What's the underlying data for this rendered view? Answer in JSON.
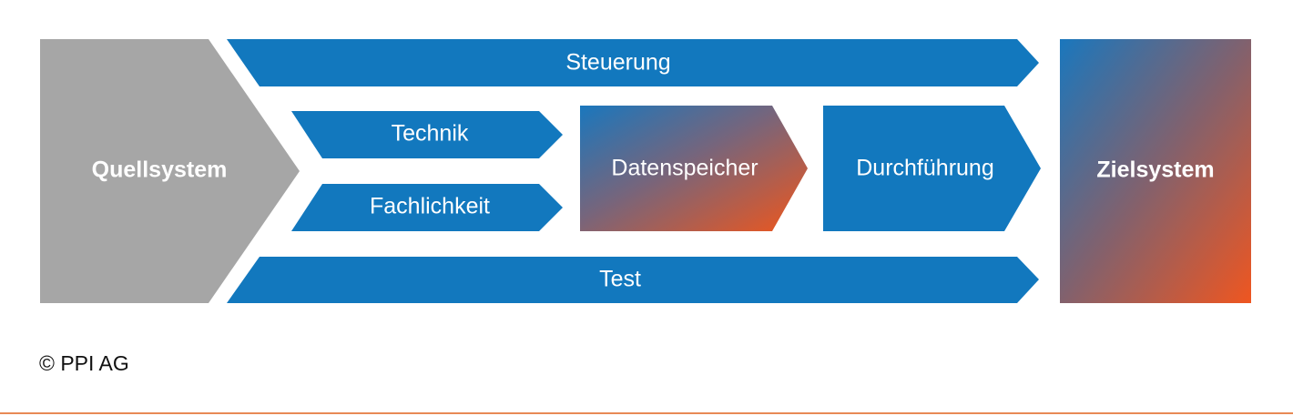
{
  "diagram": {
    "source": {
      "label": "Quellsystem",
      "color": "#a6a6a6"
    },
    "target": {
      "label": "Zielsystem"
    },
    "bands": {
      "control": {
        "label": "Steuerung"
      },
      "test": {
        "label": "Test"
      }
    },
    "inputs": [
      {
        "label": "Technik"
      },
      {
        "label": "Fachlichkeit"
      }
    ],
    "storage": {
      "label": "Datenspeicher"
    },
    "execution": {
      "label": "Durchführung"
    }
  },
  "colors": {
    "primary_blue": "#1278be",
    "gradient_orange": "#e55a22",
    "gradient_blue": "#1a77bd",
    "source_gray": "#a6a6a6",
    "divider": "#e88a55"
  },
  "footer": {
    "copyright": "© PPI AG"
  }
}
